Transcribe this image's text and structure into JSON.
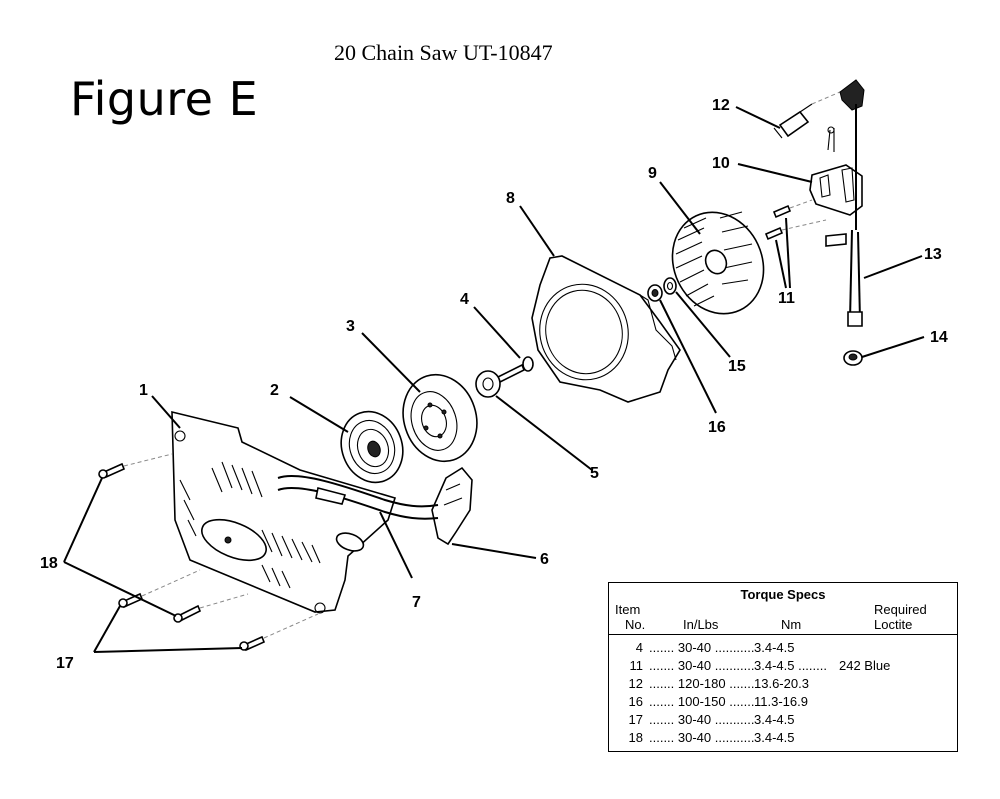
{
  "header": {
    "document_title": "20 Chain Saw UT-10847",
    "figure_label": "Figure E"
  },
  "callouts": [
    "1",
    "2",
    "3",
    "4",
    "5",
    "6",
    "7",
    "8",
    "9",
    "10",
    "11",
    "12",
    "13",
    "14",
    "15",
    "16",
    "17",
    "18"
  ],
  "torque_table": {
    "title": "Torque Specs",
    "header_item_line1": "Item",
    "header_item_line2": "No.",
    "header_inlbs": "In/Lbs",
    "header_nm": "Nm",
    "header_loctite_line1": "Required",
    "header_loctite_line2": "Loctite",
    "rows": [
      {
        "item": "4",
        "inlbs": "....... 30-40 ...........",
        "nm": "3.4-4.5",
        "loctite": ""
      },
      {
        "item": "11",
        "inlbs": "....... 30-40 ...........",
        "nm": "3.4-4.5 ........",
        "loctite": "242 Blue"
      },
      {
        "item": "12",
        "inlbs": "....... 120-180 .......",
        "nm": "13.6-20.3",
        "loctite": ""
      },
      {
        "item": "16",
        "inlbs": "....... 100-150 .......",
        "nm": "11.3-16.9",
        "loctite": ""
      },
      {
        "item": "17",
        "inlbs": "....... 30-40 ...........",
        "nm": "3.4-4.5",
        "loctite": ""
      },
      {
        "item": "18",
        "inlbs": "....... 30-40 ...........",
        "nm": "3.4-4.5",
        "loctite": ""
      }
    ]
  }
}
